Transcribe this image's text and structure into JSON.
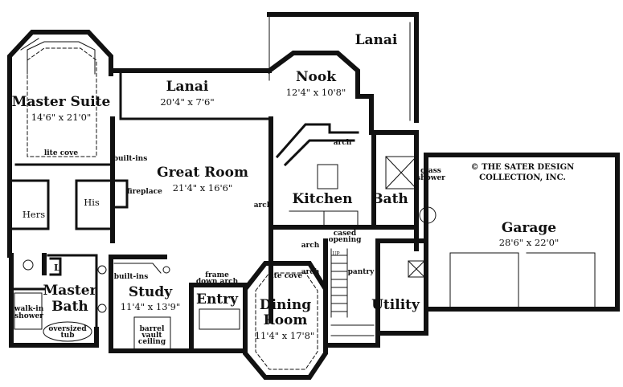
{
  "rooms": {
    "master_suite": {
      "name": "Master Suite",
      "dims": "14'6\" x 21'0\"",
      "note": "lite cove"
    },
    "lanai_left": {
      "name": "Lanai",
      "dims": "20'4\" x 7'6\""
    },
    "lanai_right": {
      "name": "Lanai"
    },
    "nook": {
      "name": "Nook",
      "dims": "12'4\" x 10'8\""
    },
    "great_room": {
      "name": "Great Room",
      "dims": "21'4\" x 16'6\""
    },
    "kitchen": {
      "name": "Kitchen"
    },
    "bath": {
      "name": "Bath"
    },
    "garage": {
      "name": "Garage",
      "dims": "28'6\" x 22'0\""
    },
    "hers": {
      "name": "Hers"
    },
    "his": {
      "name": "His"
    },
    "master_bath": {
      "name_line1": "Master",
      "name_line2": "Bath"
    },
    "study": {
      "name": "Study",
      "dims": "11'4\" x 13'9\""
    },
    "entry": {
      "name": "Entry"
    },
    "dining_room": {
      "name_line1": "Dining",
      "name_line2": "Room",
      "dims": "11'4\" x 17'8\"",
      "note": "lite cove"
    },
    "utility": {
      "name": "Utility"
    }
  },
  "notes": {
    "built_ins_upper": "built-ins",
    "fireplace": "fireplace",
    "arch_great_room": "arch",
    "arch_kitchen": "arch",
    "arch_hall_1": "arch",
    "arch_hall_2": "arch",
    "cased_opening_1": "cased",
    "cased_opening_2": "opening",
    "pantry": "pantry",
    "stairs_up": "UP",
    "glass_shower_1": "glass",
    "glass_shower_2": "shower",
    "walk_in_shower_1": "walk-in",
    "walk_in_shower_2": "shower",
    "oversized_tub_1": "oversized",
    "oversized_tub_2": "tub",
    "laundry": "L",
    "built_ins_study": "built-ins",
    "barrel_1": "barrel",
    "barrel_2": "vault",
    "barrel_3": "ceiling",
    "frame_arch_1": "frame",
    "frame_arch_2": "down arch"
  },
  "copyright": {
    "line1": "© THE SATER DESIGN",
    "line2": "COLLECTION, INC."
  }
}
